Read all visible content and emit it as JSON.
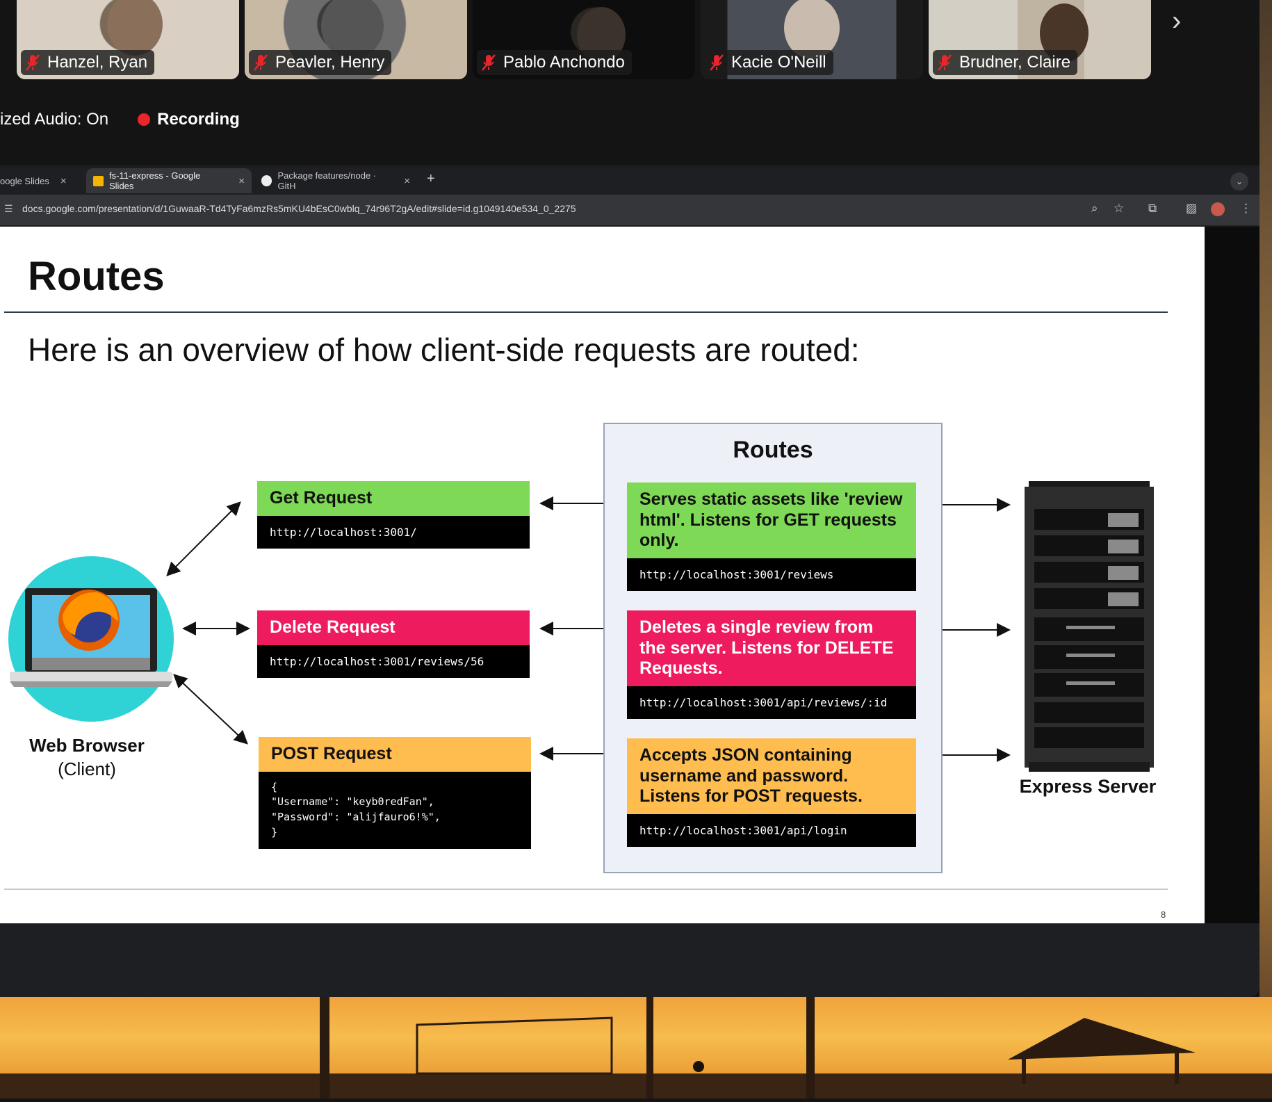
{
  "participants": [
    {
      "name": "Hanzel, Ryan"
    },
    {
      "name": "Peavler, Henry"
    },
    {
      "name": "Pablo Anchondo"
    },
    {
      "name": "Kacie O'Neill"
    },
    {
      "name": "Brudner, Claire"
    }
  ],
  "status": {
    "audio": "ized Audio: On",
    "recording": "Recording"
  },
  "browser": {
    "tabs": [
      {
        "label": "oogle Slides"
      },
      {
        "label": "fs-11-express - Google Slides"
      },
      {
        "label": "Package features/node · GitH"
      }
    ],
    "url": "docs.google.com/presentation/d/1GuwaaR-Td4TyFa6mzRs5mKU4bEsC0wblq_74r96T2gA/edit#slide=id.g1049140e534_0_2275"
  },
  "slide": {
    "title": "Routes",
    "subtitle": "Here is an overview of how client-side requests are routed:",
    "client_label": {
      "name": "Web Browser",
      "role": "(Client)"
    },
    "server_label": "Express Server",
    "routes_title": "Routes",
    "requests": [
      {
        "title": "Get Request",
        "body": "http://localhost:3001/"
      },
      {
        "title": "Delete Request",
        "body": "http://localhost:3001/reviews/56"
      },
      {
        "title": "POST Request",
        "body": "{\n\"Username\": \"keyb0redFan\",\n\"Password\": \"alijfauro6!%\",\n}"
      }
    ],
    "routes": [
      {
        "desc": "Serves static assets like 'review html'. Listens for GET requests only.",
        "url": "http://localhost:3001/reviews"
      },
      {
        "desc": "Deletes a single review from the server. Listens for DELETE Requests.",
        "url": "http://localhost:3001/api/reviews/:id"
      },
      {
        "desc": "Accepts JSON containing username and password. Listens for POST requests.",
        "url": "http://localhost:3001/api/login"
      }
    ],
    "page_number": "8"
  },
  "colors": {
    "get": "#7ed957",
    "delete": "#ee1b5e",
    "post": "#ffbd4f",
    "recording": "#e8262c"
  }
}
